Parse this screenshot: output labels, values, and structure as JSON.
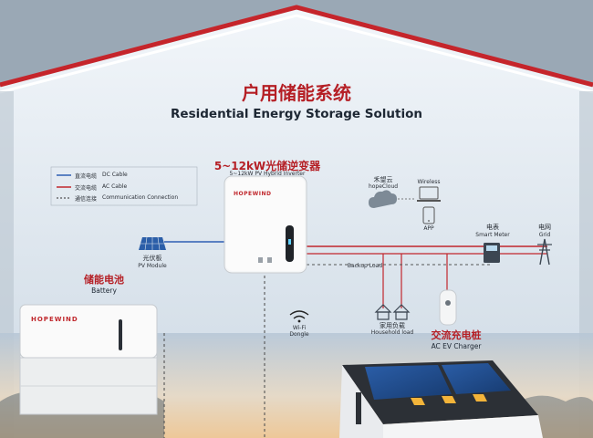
{
  "title_cn": "户用储能系统",
  "title_en": "Residential Energy Storage Solution",
  "inverter": {
    "label_cn": "5~12kW光储逆变器",
    "label_en": "5~12kW PV Hybrid Inverter",
    "brand": "HOPEWIND"
  },
  "legend": [
    {
      "cn": "直流电缆",
      "en": "DC Cable",
      "color": "#2f5fb3",
      "style": "solid"
    },
    {
      "cn": "交流电缆",
      "en": "AC Cable",
      "color": "#c1272d",
      "style": "solid"
    },
    {
      "cn": "通信连接",
      "en": "Communication Connection",
      "color": "#555555",
      "style": "dashed"
    }
  ],
  "cloud": {
    "cn": "禾望云",
    "en": "hopeCloud"
  },
  "wireless": "Wireless",
  "app": "APP",
  "meter": {
    "cn": "电表",
    "en": "Smart Meter"
  },
  "grid": {
    "cn": "电网",
    "en": "Grid"
  },
  "pv": {
    "cn": "光伏板",
    "en": "PV Module"
  },
  "battery": {
    "cn": "储能电池",
    "en": "Battery",
    "brand": "HOPEWIND"
  },
  "backup_load": "Backup Load",
  "household": {
    "cn": "家用负载",
    "en": "Household load"
  },
  "wifi": "Wi-Fi Dongle",
  "charger": {
    "cn": "交流充电桩",
    "en": "AC EV Charger"
  },
  "colors": {
    "accent_red": "#b51f25",
    "dc_blue": "#2f5fb3",
    "wall": "#dfe7ee"
  }
}
